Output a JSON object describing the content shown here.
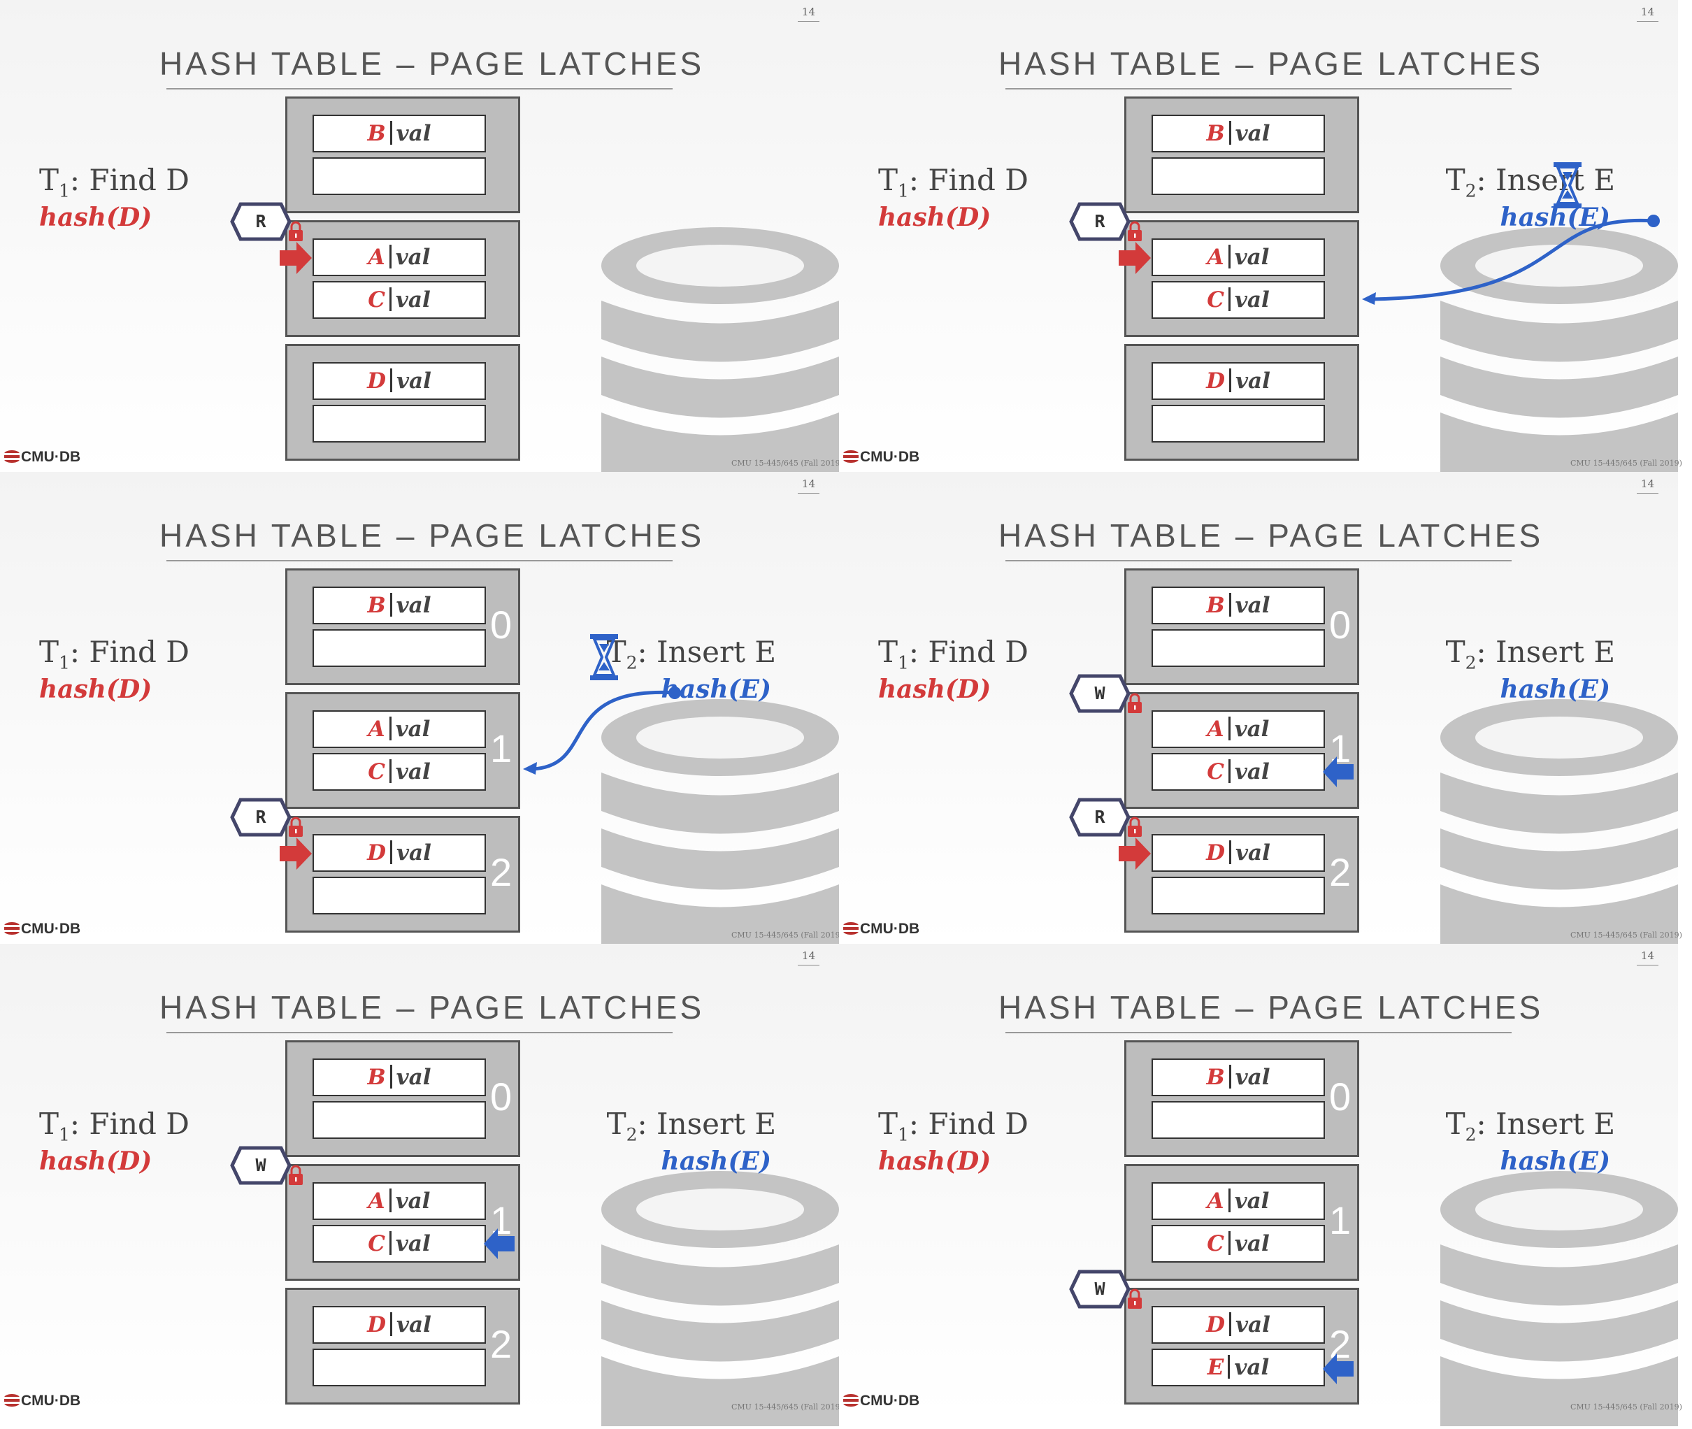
{
  "page_number": "14",
  "title": "HASH TABLE – PAGE LATCHES",
  "logo": "CMU·DB",
  "footer": "CMU 15-445/645 (Fall 2019)",
  "val": "val",
  "t1": {
    "name": "T",
    "sub": "1",
    "rest": ": Find D",
    "hash": "hash(D)"
  },
  "t2": {
    "name": "T",
    "sub": "2",
    "rest": ": Insert E",
    "hash": "hash(E)"
  },
  "latch": {
    "read": "R",
    "write": "W"
  },
  "colors": {
    "red": "#d33a3a",
    "blue": "#2e62c8",
    "bucket": "#bdbdbd"
  },
  "icons": [
    "hourglass-icon",
    "lock-icon",
    "right-arrow-icon",
    "left-arrow-icon",
    "database-icon"
  ],
  "frames": [
    {
      "id": "f1",
      "indices": false,
      "t2_visible": false,
      "t2_waiting": false,
      "t2_curve": false,
      "latches": [
        {
          "type": "read",
          "page": 1
        }
      ],
      "red_arrow": 1,
      "blue_arrow": null,
      "buckets": [
        [
          "B",
          ""
        ],
        [
          "A",
          "C"
        ],
        [
          "D",
          ""
        ]
      ]
    },
    {
      "id": "f2",
      "indices": false,
      "t2_visible": true,
      "t2_waiting": true,
      "t2_curve": true,
      "latches": [
        {
          "type": "read",
          "page": 1
        }
      ],
      "red_arrow": 1,
      "blue_arrow": null,
      "buckets": [
        [
          "B",
          ""
        ],
        [
          "A",
          "C"
        ],
        [
          "D",
          ""
        ]
      ]
    },
    {
      "id": "f3",
      "indices": true,
      "t2_visible": true,
      "t2_waiting": true,
      "t2_curve": true,
      "latches": [
        {
          "type": "read",
          "page": 2
        }
      ],
      "red_arrow": 2,
      "blue_arrow": null,
      "buckets": [
        [
          "B",
          ""
        ],
        [
          "A",
          "C"
        ],
        [
          "D",
          ""
        ]
      ]
    },
    {
      "id": "f4",
      "indices": true,
      "t2_visible": true,
      "t2_waiting": false,
      "t2_curve": false,
      "latches": [
        {
          "type": "write",
          "page": 1
        },
        {
          "type": "read",
          "page": 2
        }
      ],
      "red_arrow": 2,
      "blue_arrow": 1,
      "buckets": [
        [
          "B",
          ""
        ],
        [
          "A",
          "C"
        ],
        [
          "D",
          ""
        ]
      ]
    },
    {
      "id": "f5",
      "indices": true,
      "t2_visible": true,
      "t2_waiting": false,
      "t2_curve": false,
      "latches": [
        {
          "type": "write",
          "page": 1
        }
      ],
      "red_arrow": null,
      "blue_arrow": 1,
      "buckets": [
        [
          "B",
          ""
        ],
        [
          "A",
          "C"
        ],
        [
          "D",
          ""
        ]
      ]
    },
    {
      "id": "f6",
      "indices": true,
      "t2_visible": true,
      "t2_waiting": false,
      "t2_curve": false,
      "latches": [
        {
          "type": "write",
          "page": 2
        }
      ],
      "red_arrow": null,
      "blue_arrow": 2,
      "buckets": [
        [
          "B",
          ""
        ],
        [
          "A",
          "C"
        ],
        [
          "D",
          "E"
        ]
      ]
    }
  ]
}
